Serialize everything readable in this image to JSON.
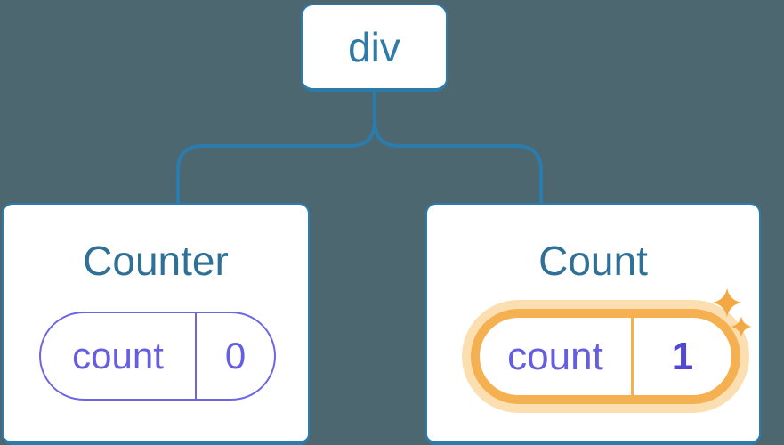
{
  "diagram": {
    "root_label": "div",
    "left_card": {
      "title": "Counter",
      "state_key": "count",
      "state_value": "0"
    },
    "right_card": {
      "title": "Count",
      "state_key": "count",
      "state_value": "1"
    }
  },
  "icons": {
    "sparkle_large": "sparkle-icon",
    "sparkle_small": "sparkle-icon"
  },
  "colors": {
    "background": "#4d6771",
    "line_blue": "#2b7cab",
    "node_text_blue": "#2f7ba8",
    "title_blue": "#2f7096",
    "purple": "#655ee0",
    "purple_bold": "#5348d5",
    "pill_border_purple": "#6d66e3",
    "highlight_orange": "#f5b051",
    "highlight_halo": "#fcdfb0",
    "sparkle_orange": "#f2a944",
    "card_bg": "#ffffff"
  }
}
